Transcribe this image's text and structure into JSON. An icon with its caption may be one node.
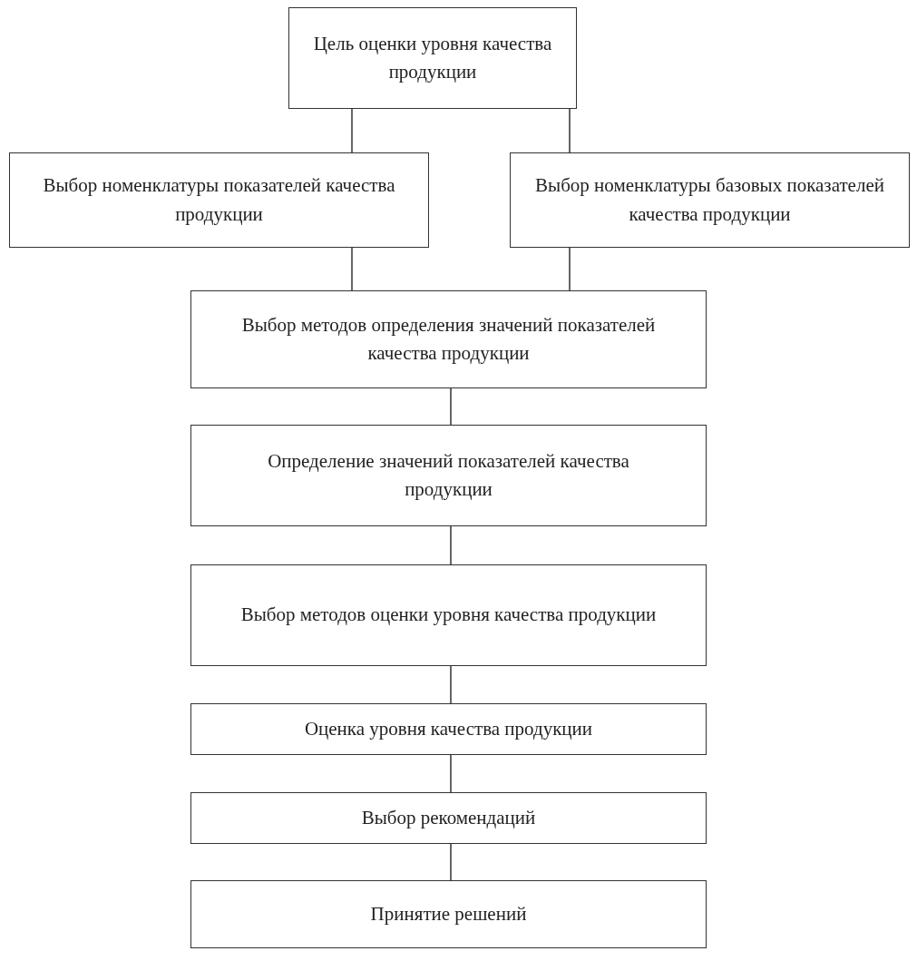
{
  "diagram": {
    "nodes": [
      {
        "text": [
          "Цель оценки уровня качества продукции"
        ]
      },
      {
        "text": [
          "Выбор номенклатуры показателей качества продукции"
        ]
      },
      {
        "text": [
          "Выбор номенклатуры базовых показателей качества продукции"
        ]
      },
      {
        "text": [
          "Выбор методов определения значений показателей качества продукции"
        ]
      },
      {
        "text": [
          "Определение значений показателей качества продукции"
        ]
      },
      {
        "text": [
          "Выбор методов оценки уровня качества продукции"
        ]
      },
      {
        "text": [
          "Оценка уровня качества продукции"
        ]
      },
      {
        "text": [
          "Выбор рекомендаций"
        ]
      },
      {
        "text": [
          "Принятие решений"
        ]
      }
    ],
    "edges": [
      {
        "from": 0,
        "to": 1,
        "arrow": "none"
      },
      {
        "from": 0,
        "to": 2,
        "arrow": "none"
      },
      {
        "from": 1,
        "to": 3,
        "arrow": "none"
      },
      {
        "from": 2,
        "to": 3,
        "arrow": "none"
      },
      {
        "from": 3,
        "to": 4,
        "arrow": "none"
      },
      {
        "from": 4,
        "to": 5,
        "arrow": "none"
      },
      {
        "from": 5,
        "to": 6,
        "arrow": "none"
      },
      {
        "from": 6,
        "to": 7,
        "arrow": "none"
      },
      {
        "from": 7,
        "to": 8,
        "arrow": "none"
      }
    ]
  }
}
